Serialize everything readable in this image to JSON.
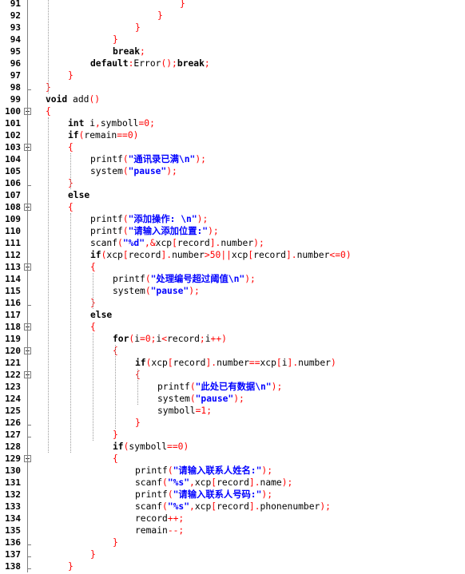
{
  "editor": {
    "lines": [
      {
        "n": "91",
        "indent": 6,
        "tokens": [
          [
            "br",
            "}"
          ]
        ]
      },
      {
        "n": "92",
        "indent": 5,
        "tokens": [
          [
            "br",
            "}"
          ]
        ]
      },
      {
        "n": "93",
        "indent": 4,
        "tokens": [
          [
            "br",
            "}"
          ]
        ]
      },
      {
        "n": "94",
        "indent": 3,
        "tokens": [
          [
            "br",
            "}"
          ]
        ]
      },
      {
        "n": "95",
        "indent": 3,
        "tokens": [
          [
            "kw",
            "break"
          ],
          [
            "op",
            ";"
          ]
        ]
      },
      {
        "n": "96",
        "indent": 2,
        "tokens": [
          [
            "kw",
            "default"
          ],
          [
            "op",
            ":"
          ],
          [
            "plain",
            "Error"
          ],
          [
            "op",
            "()"
          ],
          [
            "op",
            ";"
          ],
          [
            "kw",
            "break"
          ],
          [
            "op",
            ";"
          ]
        ]
      },
      {
        "n": "97",
        "indent": 1,
        "tokens": [
          [
            "br",
            "}"
          ]
        ]
      },
      {
        "n": "98",
        "indent": 0,
        "tokens": [
          [
            "br",
            "}"
          ]
        ]
      },
      {
        "n": "99",
        "indent": 0,
        "tokens": [
          [
            "kw",
            "void"
          ],
          [
            "plain",
            " add"
          ],
          [
            "op",
            "()"
          ]
        ]
      },
      {
        "n": "100",
        "indent": 0,
        "tokens": [
          [
            "br",
            "{"
          ]
        ]
      },
      {
        "n": "101",
        "indent": 1,
        "tokens": [
          [
            "kw",
            "int"
          ],
          [
            "plain",
            " i"
          ],
          [
            "op",
            ","
          ],
          [
            "plain",
            "symboll"
          ],
          [
            "op",
            "="
          ],
          [
            "num",
            "0"
          ],
          [
            "op",
            ";"
          ]
        ]
      },
      {
        "n": "102",
        "indent": 1,
        "tokens": [
          [
            "kw",
            "if"
          ],
          [
            "op",
            "("
          ],
          [
            "plain",
            "remain"
          ],
          [
            "op",
            "=="
          ],
          [
            "num",
            "0"
          ],
          [
            "op",
            ")"
          ]
        ]
      },
      {
        "n": "103",
        "indent": 1,
        "tokens": [
          [
            "br",
            "{"
          ]
        ]
      },
      {
        "n": "104",
        "indent": 2,
        "tokens": [
          [
            "plain",
            "printf"
          ],
          [
            "op",
            "("
          ],
          [
            "str",
            "\"通讯录已满\\n\""
          ],
          [
            "op",
            ")"
          ],
          [
            "op",
            ";"
          ]
        ]
      },
      {
        "n": "105",
        "indent": 2,
        "tokens": [
          [
            "plain",
            "system"
          ],
          [
            "op",
            "("
          ],
          [
            "str",
            "\"pause\""
          ],
          [
            "op",
            ")"
          ],
          [
            "op",
            ";"
          ]
        ]
      },
      {
        "n": "106",
        "indent": 1,
        "tokens": [
          [
            "br",
            "}"
          ]
        ]
      },
      {
        "n": "107",
        "indent": 1,
        "tokens": [
          [
            "kw",
            "else"
          ]
        ]
      },
      {
        "n": "108",
        "indent": 1,
        "tokens": [
          [
            "br",
            "{"
          ]
        ]
      },
      {
        "n": "109",
        "indent": 2,
        "tokens": [
          [
            "plain",
            "printf"
          ],
          [
            "op",
            "("
          ],
          [
            "str",
            "\"添加操作: \\n\""
          ],
          [
            "op",
            ")"
          ],
          [
            "op",
            ";"
          ]
        ]
      },
      {
        "n": "110",
        "indent": 2,
        "tokens": [
          [
            "plain",
            "printf"
          ],
          [
            "op",
            "("
          ],
          [
            "str",
            "\"请输入添加位置:\""
          ],
          [
            "op",
            ")"
          ],
          [
            "op",
            ";"
          ]
        ]
      },
      {
        "n": "111",
        "indent": 2,
        "tokens": [
          [
            "plain",
            "scanf"
          ],
          [
            "op",
            "("
          ],
          [
            "str",
            "\"%d\""
          ],
          [
            "op",
            ","
          ],
          [
            "op",
            "&"
          ],
          [
            "plain",
            "xcp"
          ],
          [
            "op",
            "["
          ],
          [
            "plain",
            "record"
          ],
          [
            "op",
            "]"
          ],
          [
            "op",
            "."
          ],
          [
            "plain",
            "number"
          ],
          [
            "op",
            ")"
          ],
          [
            "op",
            ";"
          ]
        ]
      },
      {
        "n": "112",
        "indent": 2,
        "tokens": [
          [
            "kw",
            "if"
          ],
          [
            "op",
            "("
          ],
          [
            "plain",
            "xcp"
          ],
          [
            "op",
            "["
          ],
          [
            "plain",
            "record"
          ],
          [
            "op",
            "]"
          ],
          [
            "op",
            "."
          ],
          [
            "plain",
            "number"
          ],
          [
            "op",
            ">"
          ],
          [
            "num",
            "50"
          ],
          [
            "op",
            "||"
          ],
          [
            "plain",
            "xcp"
          ],
          [
            "op",
            "["
          ],
          [
            "plain",
            "record"
          ],
          [
            "op",
            "]"
          ],
          [
            "op",
            "."
          ],
          [
            "plain",
            "number"
          ],
          [
            "op",
            "<="
          ],
          [
            "num",
            "0"
          ],
          [
            "op",
            ")"
          ]
        ]
      },
      {
        "n": "113",
        "indent": 2,
        "tokens": [
          [
            "br",
            "{"
          ]
        ]
      },
      {
        "n": "114",
        "indent": 3,
        "tokens": [
          [
            "plain",
            "printf"
          ],
          [
            "op",
            "("
          ],
          [
            "str",
            "\"处理编号超过阈值\\n\""
          ],
          [
            "op",
            ")"
          ],
          [
            "op",
            ";"
          ]
        ]
      },
      {
        "n": "115",
        "indent": 3,
        "tokens": [
          [
            "plain",
            "system"
          ],
          [
            "op",
            "("
          ],
          [
            "str",
            "\"pause\""
          ],
          [
            "op",
            ")"
          ],
          [
            "op",
            ";"
          ]
        ]
      },
      {
        "n": "116",
        "indent": 2,
        "tokens": [
          [
            "br",
            "}"
          ]
        ]
      },
      {
        "n": "117",
        "indent": 2,
        "tokens": [
          [
            "kw",
            "else"
          ]
        ]
      },
      {
        "n": "118",
        "indent": 2,
        "tokens": [
          [
            "br",
            "{"
          ]
        ]
      },
      {
        "n": "119",
        "indent": 3,
        "tokens": [
          [
            "kw",
            "for"
          ],
          [
            "op",
            "("
          ],
          [
            "plain",
            "i"
          ],
          [
            "op",
            "="
          ],
          [
            "num",
            "0"
          ],
          [
            "op",
            ";"
          ],
          [
            "plain",
            "i"
          ],
          [
            "op",
            "<"
          ],
          [
            "plain",
            "record"
          ],
          [
            "op",
            ";"
          ],
          [
            "plain",
            "i"
          ],
          [
            "op",
            "++"
          ],
          [
            "op",
            ")"
          ]
        ]
      },
      {
        "n": "120",
        "indent": 3,
        "tokens": [
          [
            "br",
            "{"
          ]
        ]
      },
      {
        "n": "121",
        "indent": 4,
        "tokens": [
          [
            "kw",
            "if"
          ],
          [
            "op",
            "("
          ],
          [
            "plain",
            "xcp"
          ],
          [
            "op",
            "["
          ],
          [
            "plain",
            "record"
          ],
          [
            "op",
            "]"
          ],
          [
            "op",
            "."
          ],
          [
            "plain",
            "number"
          ],
          [
            "op",
            "=="
          ],
          [
            "plain",
            "xcp"
          ],
          [
            "op",
            "["
          ],
          [
            "plain",
            "i"
          ],
          [
            "op",
            "]"
          ],
          [
            "op",
            "."
          ],
          [
            "plain",
            "number"
          ],
          [
            "op",
            ")"
          ]
        ]
      },
      {
        "n": "122",
        "indent": 4,
        "tokens": [
          [
            "br",
            "{"
          ]
        ]
      },
      {
        "n": "123",
        "indent": 5,
        "tokens": [
          [
            "plain",
            "printf"
          ],
          [
            "op",
            "("
          ],
          [
            "str",
            "\"此处已有数据\\n\""
          ],
          [
            "op",
            ")"
          ],
          [
            "op",
            ";"
          ]
        ]
      },
      {
        "n": "124",
        "indent": 5,
        "tokens": [
          [
            "plain",
            "system"
          ],
          [
            "op",
            "("
          ],
          [
            "str",
            "\"pause\""
          ],
          [
            "op",
            ")"
          ],
          [
            "op",
            ";"
          ]
        ]
      },
      {
        "n": "125",
        "indent": 5,
        "tokens": [
          [
            "plain",
            "symboll"
          ],
          [
            "op",
            "="
          ],
          [
            "num",
            "1"
          ],
          [
            "op",
            ";"
          ]
        ]
      },
      {
        "n": "126",
        "indent": 4,
        "tokens": [
          [
            "br",
            "}"
          ]
        ]
      },
      {
        "n": "127",
        "indent": 3,
        "tokens": [
          [
            "br",
            "}"
          ]
        ]
      },
      {
        "n": "128",
        "indent": 3,
        "tokens": [
          [
            "kw",
            "if"
          ],
          [
            "op",
            "("
          ],
          [
            "plain",
            "symboll"
          ],
          [
            "op",
            "=="
          ],
          [
            "num",
            "0"
          ],
          [
            "op",
            ")"
          ]
        ]
      },
      {
        "n": "129",
        "indent": 3,
        "tokens": [
          [
            "br",
            "{"
          ]
        ]
      },
      {
        "n": "130",
        "indent": 4,
        "tokens": [
          [
            "plain",
            "printf"
          ],
          [
            "op",
            "("
          ],
          [
            "str",
            "\"请输入联系人姓名:\""
          ],
          [
            "op",
            ")"
          ],
          [
            "op",
            ";"
          ]
        ]
      },
      {
        "n": "131",
        "indent": 4,
        "tokens": [
          [
            "plain",
            "scanf"
          ],
          [
            "op",
            "("
          ],
          [
            "str",
            "\"%s\""
          ],
          [
            "op",
            ","
          ],
          [
            "plain",
            "xcp"
          ],
          [
            "op",
            "["
          ],
          [
            "plain",
            "record"
          ],
          [
            "op",
            "]"
          ],
          [
            "op",
            "."
          ],
          [
            "plain",
            "name"
          ],
          [
            "op",
            ")"
          ],
          [
            "op",
            ";"
          ]
        ]
      },
      {
        "n": "132",
        "indent": 4,
        "tokens": [
          [
            "plain",
            "printf"
          ],
          [
            "op",
            "("
          ],
          [
            "str",
            "\"请输入联系人号码:\""
          ],
          [
            "op",
            ")"
          ],
          [
            "op",
            ";"
          ]
        ]
      },
      {
        "n": "133",
        "indent": 4,
        "tokens": [
          [
            "plain",
            "scanf"
          ],
          [
            "op",
            "("
          ],
          [
            "str",
            "\"%s\""
          ],
          [
            "op",
            ","
          ],
          [
            "plain",
            "xcp"
          ],
          [
            "op",
            "["
          ],
          [
            "plain",
            "record"
          ],
          [
            "op",
            "]"
          ],
          [
            "op",
            "."
          ],
          [
            "plain",
            "phonenumber"
          ],
          [
            "op",
            ")"
          ],
          [
            "op",
            ";"
          ]
        ]
      },
      {
        "n": "134",
        "indent": 4,
        "tokens": [
          [
            "plain",
            "record"
          ],
          [
            "op",
            "++"
          ],
          [
            "op",
            ";"
          ]
        ]
      },
      {
        "n": "135",
        "indent": 4,
        "tokens": [
          [
            "plain",
            "remain"
          ],
          [
            "op",
            "--"
          ],
          [
            "op",
            ";"
          ]
        ]
      },
      {
        "n": "136",
        "indent": 3,
        "tokens": [
          [
            "br",
            "}"
          ]
        ]
      },
      {
        "n": "137",
        "indent": 2,
        "tokens": [
          [
            "br",
            "}"
          ]
        ]
      },
      {
        "n": "138",
        "indent": 1,
        "tokens": [
          [
            "br",
            "}"
          ]
        ]
      }
    ],
    "fold_markers": [
      "100",
      "103",
      "108",
      "113",
      "118",
      "120",
      "122",
      "129"
    ],
    "colors": {
      "keyword": "#000000",
      "number": "#ff0000",
      "string": "#0000ff",
      "operator": "#ff0000",
      "line_number": "#000000"
    }
  }
}
